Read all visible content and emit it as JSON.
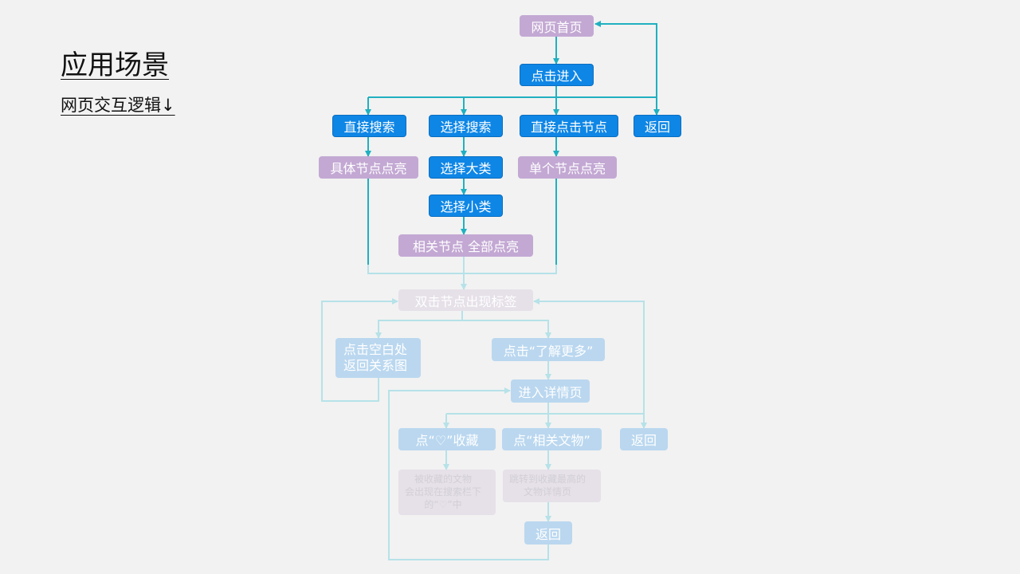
{
  "slide": {
    "title": "应用场景",
    "subtitle": "网页交互逻辑↓"
  },
  "colors": {
    "background": "#f2f2f2",
    "node_blue": "#0e86e6",
    "node_purple": "#c3a8d3",
    "node_faded_blue": "#bad7ef",
    "node_faded_gray": "#e6e0e8",
    "connector": "#20b0c0",
    "connector_faded": "#b6e2e8"
  },
  "flow": {
    "homepage": "网页首页",
    "click_enter": "点击进入",
    "direct_search": "直接搜索",
    "select_search": "选择搜索",
    "direct_click_node": "直接点击节点",
    "back_1": "返回",
    "specific_node_light": "具体节点点亮",
    "select_major": "选择大类",
    "single_node_light": "单个节点点亮",
    "select_minor": "选择小类",
    "related_nodes_light": "相关节点  全部点亮",
    "double_click_label": "双击节点出现标签",
    "click_blank_return": "点击空白处\n返回关系图",
    "click_learn_more": "点击“了解更多”",
    "enter_detail": "进入详情页",
    "click_heart_collect": "点“♡”收藏",
    "click_related_relics": "点“相关文物”",
    "back_2": "返回",
    "collected_note": "被收藏的文物\n会出现在搜索栏下\n的“♡”中",
    "jump_note": "跳转到收藏最高的\n文物详情页",
    "back_3": "返回"
  }
}
